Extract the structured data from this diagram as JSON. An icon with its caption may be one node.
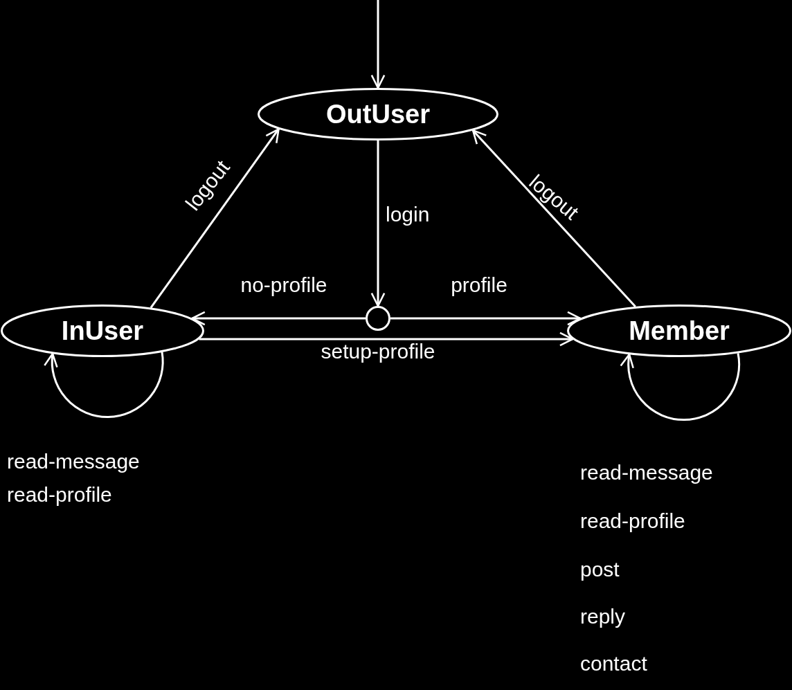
{
  "diagram": {
    "nodes": [
      {
        "text": [
          "OutUser"
        ]
      },
      {
        "text": [
          "InUser"
        ]
      },
      {
        "text": [
          "Member"
        ]
      },
      {
        "text": [],
        "shape": "circle"
      }
    ],
    "edges": [
      {
        "from": null,
        "to": 0,
        "arrow": "to"
      },
      {
        "from": 1,
        "to": 0,
        "arrow": "to",
        "label": "logout"
      },
      {
        "from": 2,
        "to": 0,
        "arrow": "to",
        "label": "logout"
      },
      {
        "from": 0,
        "to": 3,
        "arrow": "to",
        "label": "login"
      },
      {
        "from": 3,
        "to": 1,
        "arrow": "to",
        "label": "no-profile"
      },
      {
        "from": 3,
        "to": 2,
        "arrow": "to",
        "label": "profile"
      },
      {
        "from": 1,
        "to": 2,
        "arrow": "to",
        "label": "setup-profile"
      },
      {
        "from": 1,
        "to": 1,
        "arrow": "to"
      },
      {
        "from": 2,
        "to": 2,
        "arrow": "to"
      }
    ],
    "labels": [
      "read-message",
      "read-profile",
      "read-message",
      "read-profile",
      "post",
      "reply",
      "contact"
    ]
  }
}
